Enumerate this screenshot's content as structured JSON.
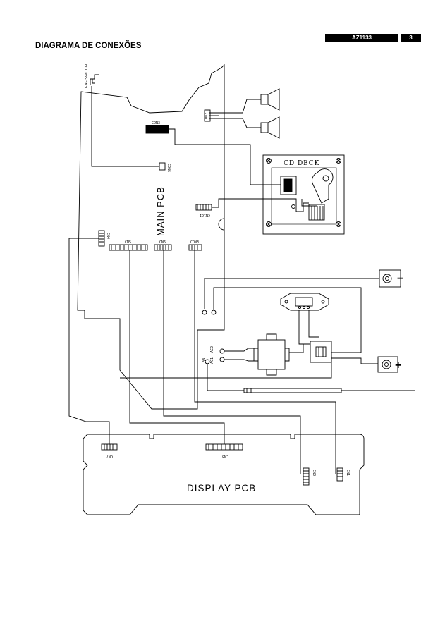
{
  "header": {
    "model": "AZ1133",
    "page_number": "3"
  },
  "title": "DIAGRAMA DE CONEXÕES",
  "boards": {
    "main_pcb": "MAIN PCB",
    "display_pcb": "DISPLAY PCB",
    "cd_deck": "CD DECK"
  },
  "components": {
    "leaf_switch": "LEAF SWITCH"
  },
  "connectors": {
    "con2": "CON2",
    "con3_top": "CON3",
    "con6": "CON6.",
    "cn101": "CN101",
    "cn4": "CN4",
    "cn5": "CN5",
    "cn6": "CN6",
    "con3_mid": "CON3",
    "ac1": "AC1",
    "ac2": "AC2",
    "ant": "ANT",
    "cn7": "CN7",
    "cn8": "CN8",
    "cn3": "CN3",
    "cn1": "CN1"
  },
  "symbols": {
    "minus": "−",
    "plus": "+"
  }
}
